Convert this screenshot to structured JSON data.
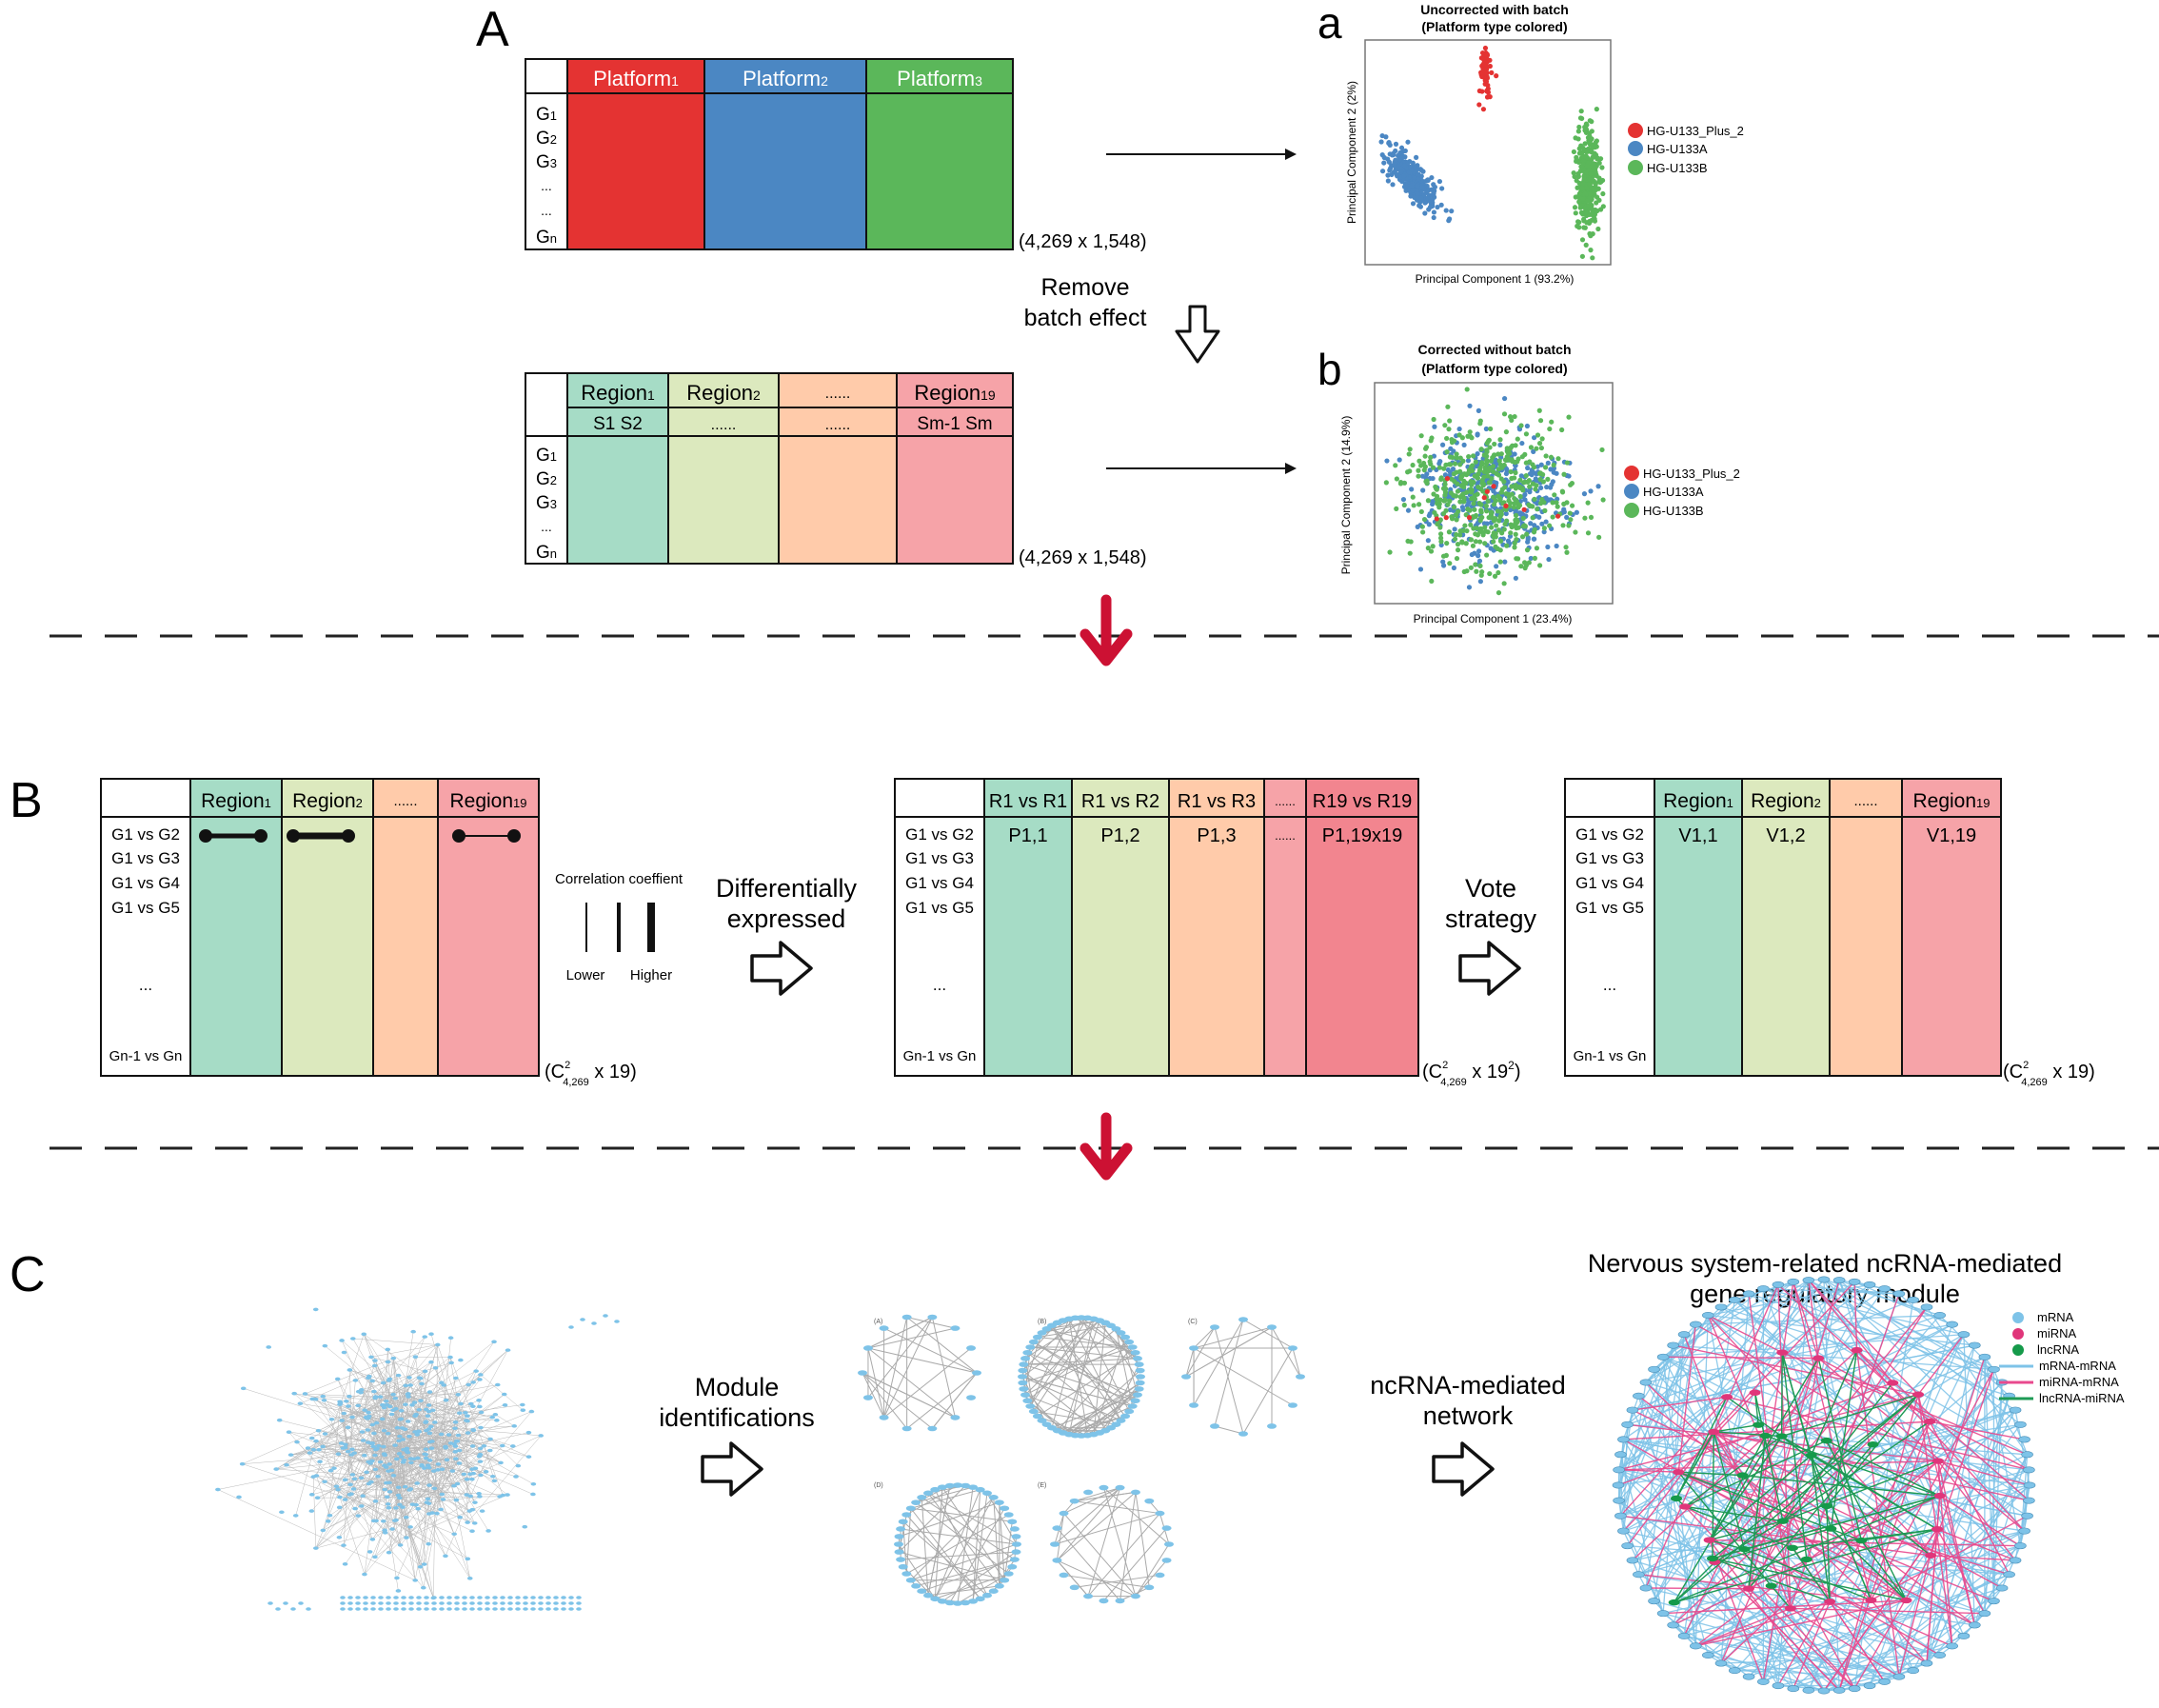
{
  "panels": {
    "A": "A",
    "B": "B",
    "C": "C",
    "a": "a",
    "b": "b"
  },
  "colors": {
    "red": "#E43332",
    "blue": "#4B87C3",
    "green": "#5BB75A",
    "teal": "#A6DCC6",
    "lime": "#DCE9BE",
    "peach": "#FFCBAA",
    "pink": "#F6A3A8",
    "pinkDark": "#F2858F",
    "arrowRed": "#CC1133",
    "nodeBlue": "#7EC3E8",
    "edgePink": "#E84A8E",
    "edgeGreen": "#1E9A55",
    "miRNA": "#E0367A",
    "lncRNA": "#159A4A"
  },
  "panelA": {
    "table1": {
      "headers": [
        "Platform",
        "Platform",
        "Platform"
      ],
      "subs": [
        "1",
        "2",
        "3"
      ],
      "rows": [
        "G",
        "G",
        "G",
        "...",
        "...",
        "G"
      ],
      "rowSubs": [
        "1",
        "2",
        "3",
        "",
        "",
        "n"
      ],
      "dims": "(4,269 x 1,548)"
    },
    "remove_line1": "Remove",
    "remove_line2": "batch effect",
    "table2": {
      "headers": [
        "Region",
        "Region",
        "......",
        "Region"
      ],
      "headerSubs": [
        "1",
        "2",
        "",
        "19"
      ],
      "sub_row": [
        "S1 S2",
        "......",
        "......",
        "Sm-1 Sm"
      ],
      "rows": [
        "G",
        "G",
        "G",
        "...",
        "G"
      ],
      "rowSubs": [
        "1",
        "2",
        "3",
        "",
        "n"
      ],
      "dims": "(4,269 x 1,548)"
    },
    "scatter_a": {
      "title1": "Uncorrected with batch",
      "title2": "(Platform type colored)",
      "xlabel": "Principal Component 1 (93.2%)",
      "ylabel": "Principal Component 2 (2%)",
      "legend": [
        "HG-U133_Plus_2",
        "HG-U133A",
        "HG-U133B"
      ]
    },
    "scatter_b": {
      "title1": "Corrected without batch",
      "title2": "(Platform type colored)",
      "xlabel": "Principal Component 1 (23.4%)",
      "ylabel": "Principal Component 2 (14.9%)",
      "legend": [
        "HG-U133_Plus_2",
        "HG-U133A",
        "HG-U133B"
      ]
    }
  },
  "panelB": {
    "table1": {
      "headers": [
        "Region",
        "Region",
        "......",
        "Region"
      ],
      "headerSubs": [
        "1",
        "2",
        "",
        "19"
      ],
      "rows": [
        "G1 vs G2",
        "G1 vs G3",
        "G1 vs G4",
        "G1 vs G5",
        "...",
        "Gn-1 vs Gn"
      ],
      "dims": "(C",
      "dims_sup": "2",
      "dims_sub": "4,269",
      "dims_tail": " x 19)"
    },
    "corr_title": "Correlation coeffient",
    "corr_lower": "Lower",
    "corr_higher": "Higher",
    "step1_line1": "Differentially",
    "step1_line2": "expressed",
    "table2": {
      "headers": [
        "R1 vs R1",
        "R1 vs R2",
        "R1 vs R3",
        "......",
        "R19 vs R19"
      ],
      "cells": [
        "P1,1",
        "P1,2",
        "P1,3",
        "......",
        "P1,19x19"
      ],
      "rows": [
        "G1 vs G2",
        "G1 vs G3",
        "G1 vs G4",
        "G1 vs G5",
        "...",
        "Gn-1 vs Gn"
      ],
      "dims": "(C",
      "dims_sup": "2",
      "dims_sub": "4,269",
      "dims_tail": " x 19",
      "dims_tail_sup": "2",
      "dims_close": ")"
    },
    "step2_line1": "Vote",
    "step2_line2": "strategy",
    "table3": {
      "headers": [
        "Region",
        "Region",
        "......",
        "Region"
      ],
      "headerSubs": [
        "1",
        "2",
        "",
        "19"
      ],
      "cells": [
        "V1,1",
        "V1,2",
        "",
        "V1,19"
      ],
      "rows": [
        "G1 vs G2",
        "G1 vs G3",
        "G1 vs G4",
        "G1 vs G5",
        "...",
        "Gn-1 vs Gn"
      ],
      "dims": "(C",
      "dims_sup": "2",
      "dims_sub": "4,269",
      "dims_tail": " x 19)"
    }
  },
  "panelC": {
    "step1_line1": "Module",
    "step1_line2": "identifications",
    "step2_line1": "ncRNA-mediated",
    "step2_line2": "network",
    "title_line1": "Nervous system-related ncRNA-mediated",
    "title_line2": "gene regulatory module",
    "legend": {
      "nodes": [
        "mRNA",
        "miRNA",
        "lncRNA"
      ],
      "edges": [
        "mRNA-mRNA",
        "miRNA-mRNA",
        "lncRNA-miRNA"
      ]
    },
    "module_labels": [
      "(A)",
      "(B)",
      "(C)",
      "(D)",
      "(E)"
    ]
  }
}
